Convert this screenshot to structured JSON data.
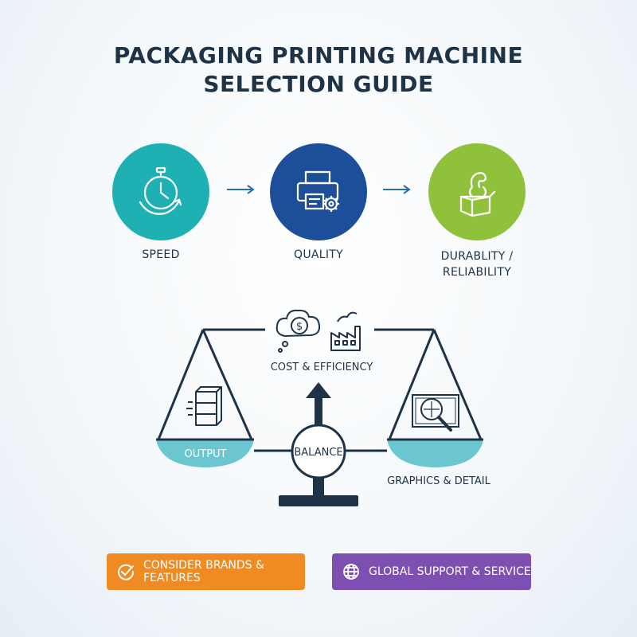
{
  "title": {
    "line1": "PACKAGING PRINTING MACHINE",
    "line2": "SELECTION GUIDE"
  },
  "factors": [
    {
      "label": "SPEED",
      "icon": "stopwatch-icon",
      "color": "#1fb0b4"
    },
    {
      "label": "QUALITY",
      "icon": "printer-gear-icon",
      "color": "#1d4e9a"
    },
    {
      "label_line1": "DURABLITY /",
      "label_line2": "RELIABILITY",
      "icon": "strong-arm-box-icon",
      "color": "#8fc13a"
    }
  ],
  "scale": {
    "top_label": "COST & EFFICIENCY",
    "top_icons": [
      "dollar-cloud-icon",
      "factory-icon"
    ],
    "left_pan_label": "OUTPUT",
    "left_icon": "stacked-boxes-icon",
    "right_pan_label": "GRAPHICS & DETAIL",
    "right_icon": "magnifier-detail-icon",
    "center_label": "BALANCE",
    "pan_color": "#6cc6cf",
    "line_color": "#1f3347"
  },
  "actions": [
    {
      "label": "CONSIDER BRANDS & FEATURES",
      "icon": "checkmark-circle-icon",
      "color": "#f08a23"
    },
    {
      "label": "GLOBAL SUPPORT & SERVICE",
      "icon": "globe-icon",
      "color": "#7d4fb1"
    }
  ]
}
